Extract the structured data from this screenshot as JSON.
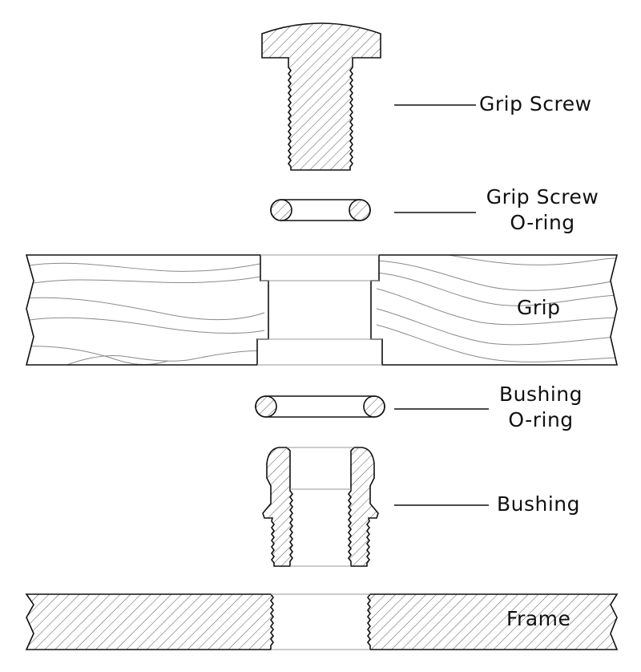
{
  "labels": {
    "grip_screw": "Grip Screw",
    "grip_screw_oring_line1": "Grip Screw",
    "grip_screw_oring_line2": "O-ring",
    "grip": "Grip",
    "bushing_oring_line1": "Bushing",
    "bushing_oring_line2": "O-ring",
    "bushing": "Bushing",
    "frame": "Frame"
  },
  "colors": {
    "outline": "#111111",
    "hatch": "#555555",
    "woodgrain": "#8a8a8a",
    "leader": "#111111"
  }
}
